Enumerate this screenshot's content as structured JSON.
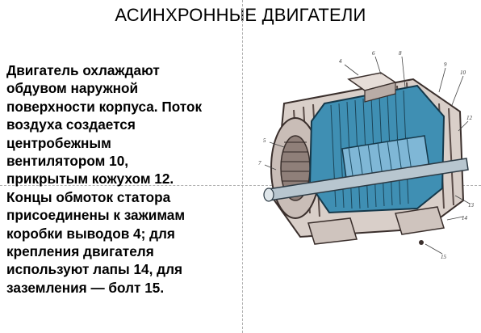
{
  "title": "АСИНХРОННЫЕ ДВИГАТЕЛИ",
  "paragraph_lines": [
    "Двигатель охлаждают",
    "обдувом наружной",
    "поверхности корпуса. Поток",
    "воздуха создается",
    "центробежным",
    "вентилятором 10,",
    "прикрытым кожухом 12.",
    "Концы обмоток статора",
    "присоединены к зажимам",
    "коробки выводов 4; для",
    "крепления двигателя",
    "используют лапы 14, для",
    "заземления — болт 15."
  ],
  "figure": {
    "image": "cutaway-asynchronous-motor",
    "callouts": [
      "4",
      "6",
      "8",
      "9",
      "10",
      "12",
      "5",
      "7",
      "13",
      "14",
      "15"
    ]
  }
}
